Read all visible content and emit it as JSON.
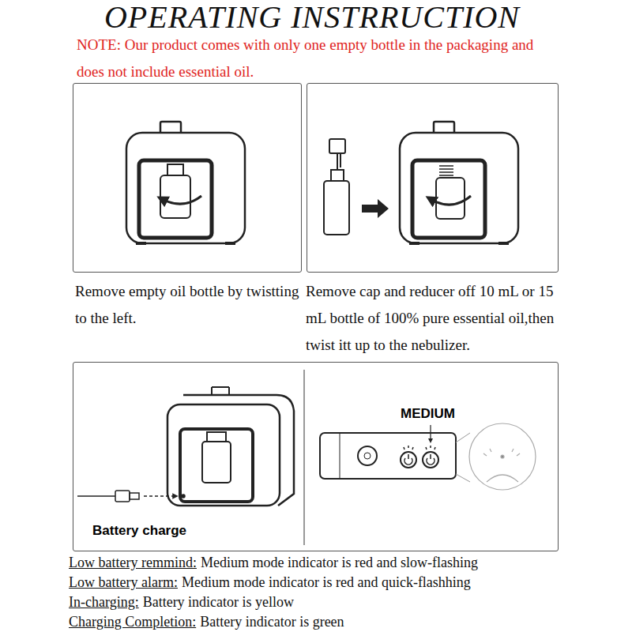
{
  "diagram": {
    "title": "OPERATING INSTRRUCTION",
    "nodes": [
      {
        "text": [
          "Remove empty oil bottle by twistting to the left."
        ]
      },
      {
        "text": [
          "Remove cap and reducer off 10 mL or 15 mL bottle of 100% pure essential oil,then twist itt up to the nebulizer."
        ]
      },
      {
        "text": [
          "Battery charge",
          "MEDIUM"
        ]
      }
    ],
    "labels": [
      "NOTE: Our product comes with only one empty bottle in the packaging and does not include essential oil.",
      "Low battery remmind:",
      "Medium mode indicator is red and slow-flashing",
      "Low battery alarm:",
      "Medium mode indicator is red and quick-flashhing",
      "In-charging:",
      "Battery indicator is yellow",
      "Charging Completion:",
      "Battery indicator is green"
    ]
  }
}
